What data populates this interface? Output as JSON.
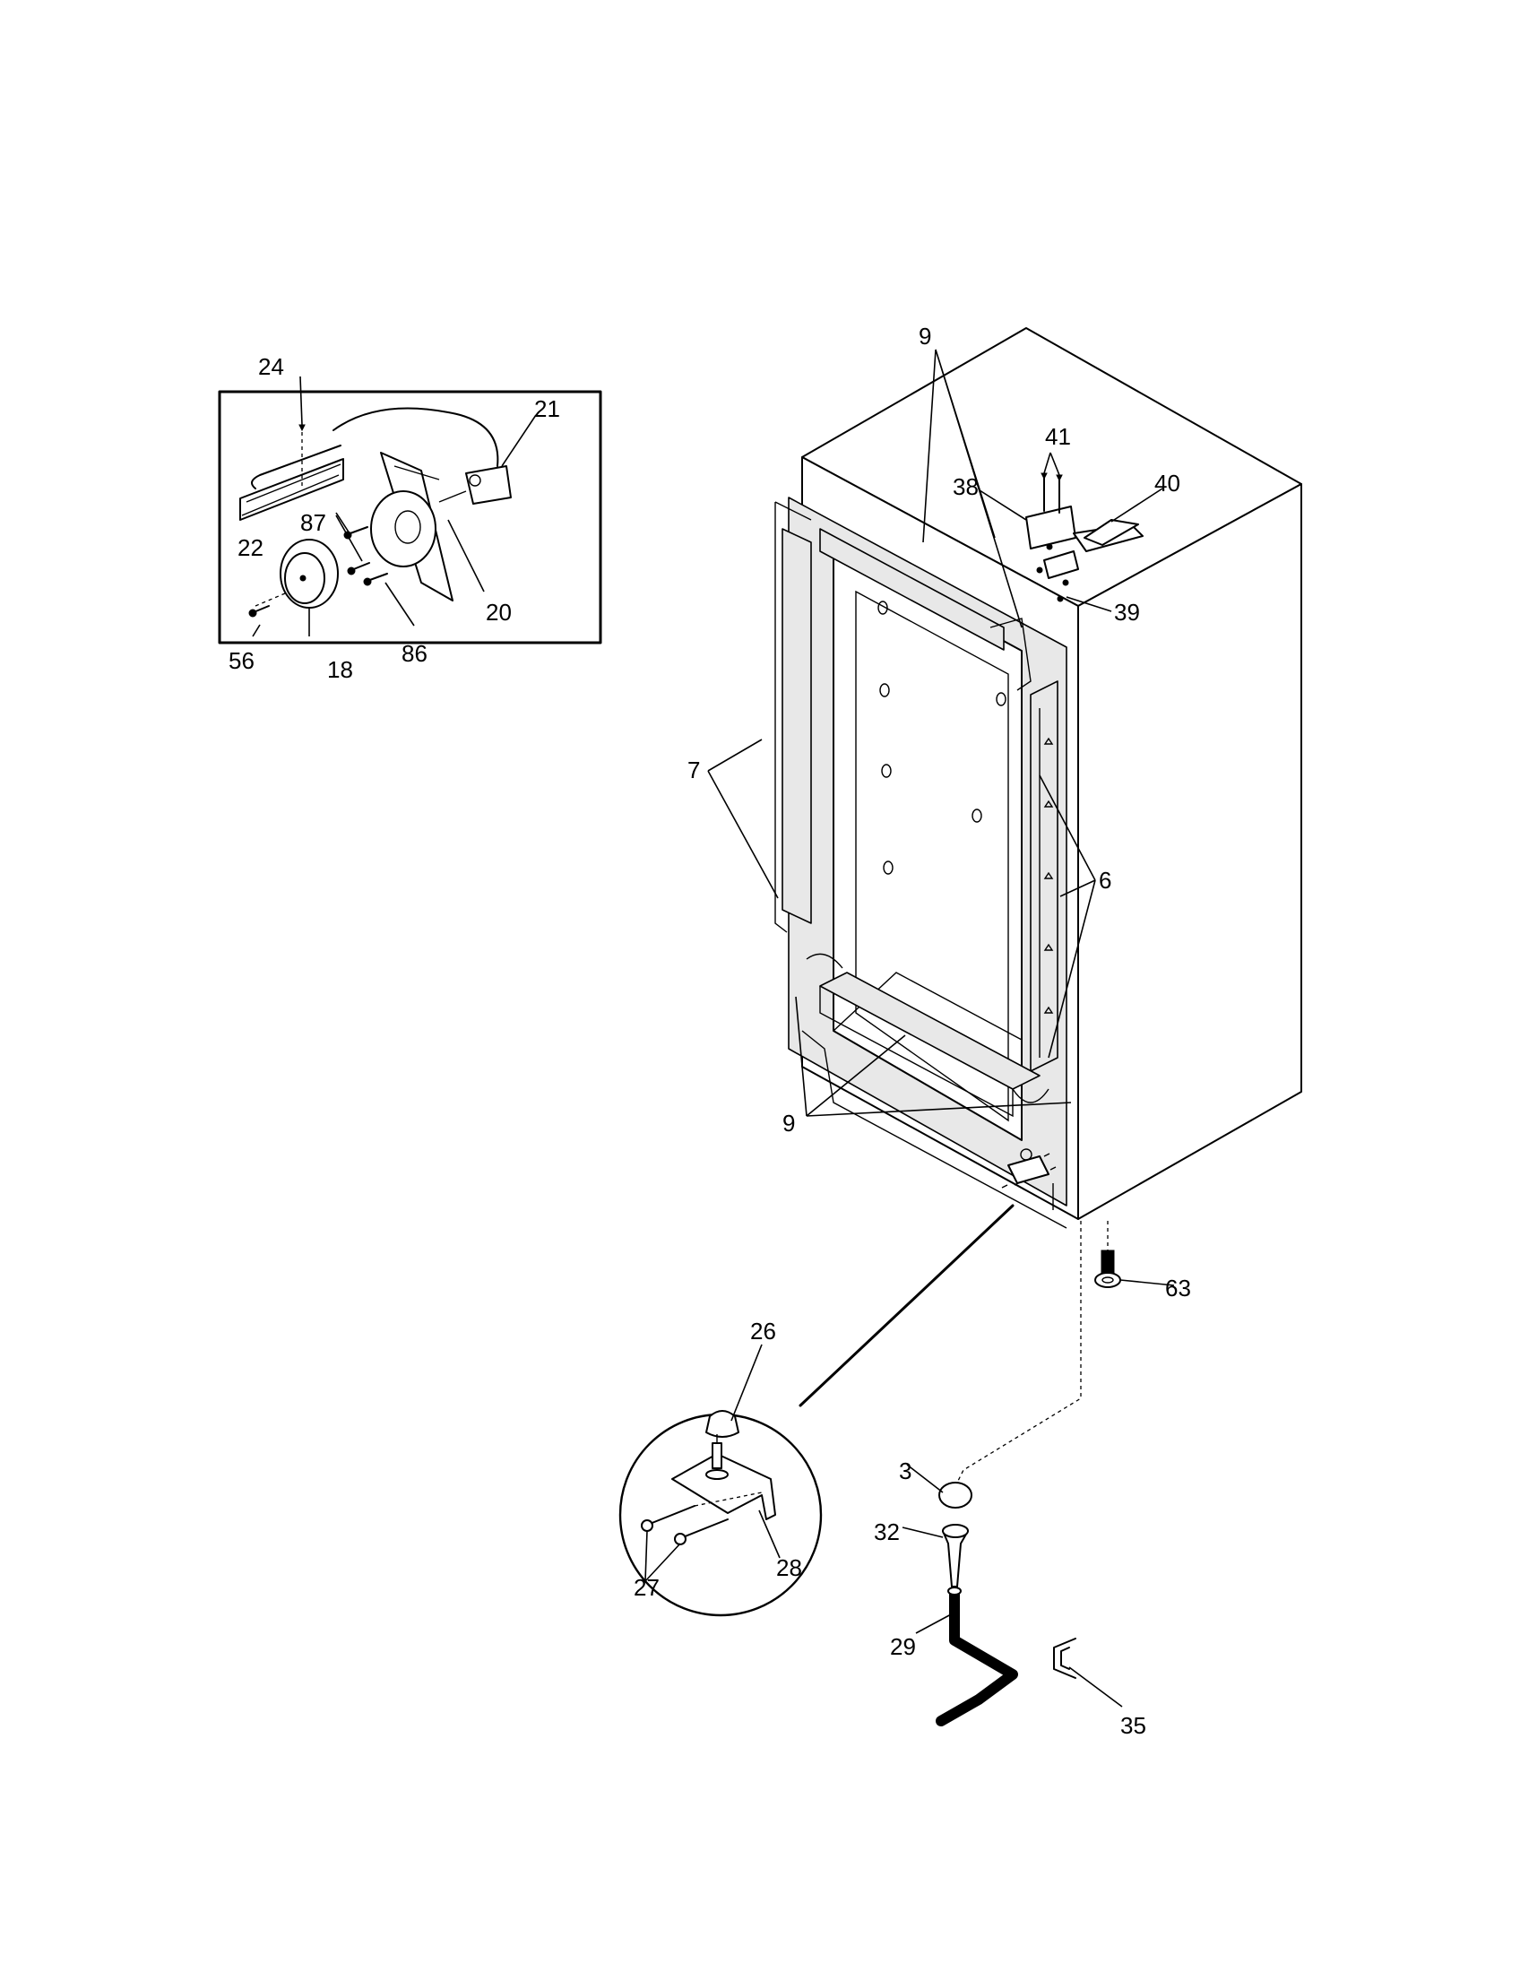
{
  "callouts": {
    "c3": "3",
    "c6": "6",
    "c7": "7",
    "c9_top": "9",
    "c9_bottom": "9",
    "c18": "18",
    "c20": "20",
    "c21": "21",
    "c22": "22",
    "c24": "24",
    "c26": "26",
    "c27": "27",
    "c28": "28",
    "c29": "29",
    "c32": "32",
    "c35": "35",
    "c38": "38",
    "c39": "39",
    "c40": "40",
    "c41": "41",
    "c56": "56",
    "c63": "63",
    "c86": "86",
    "c87": "87"
  },
  "colors": {
    "ink": "#000000",
    "paper": "#ffffff",
    "shade": "#e8e8e8"
  }
}
